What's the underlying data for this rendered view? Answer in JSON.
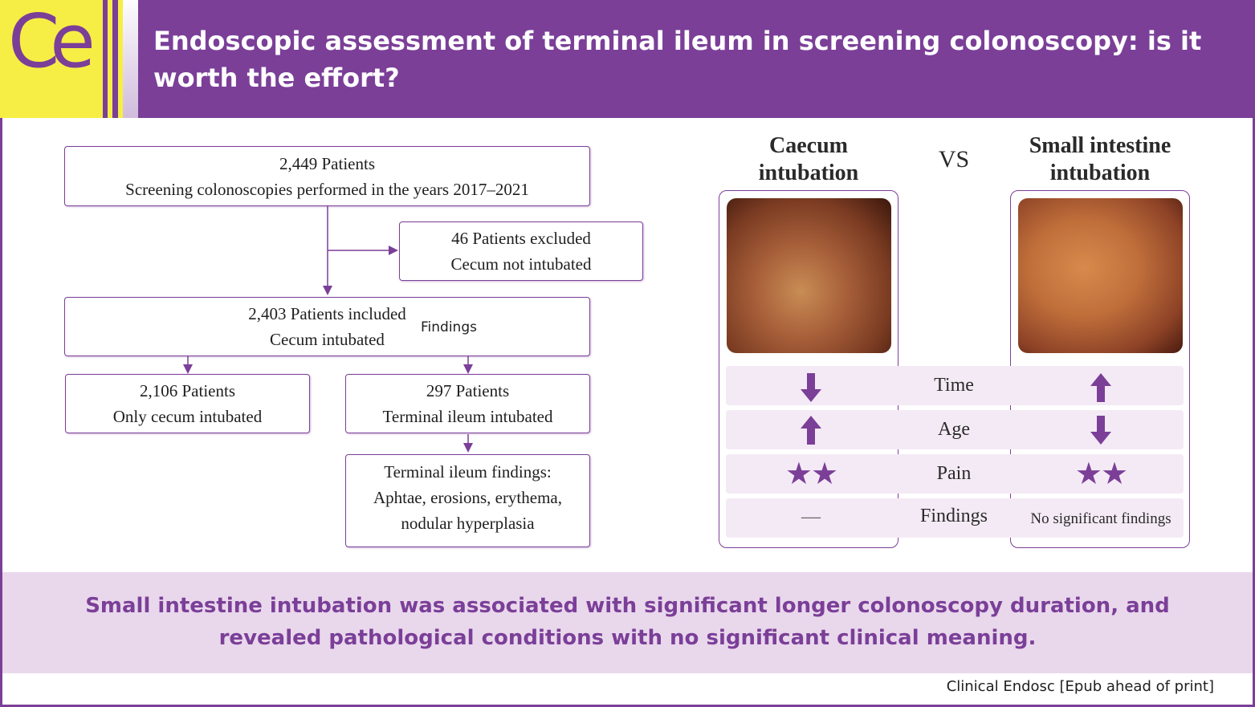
{
  "header": {
    "logo": "Ce",
    "title": "Endoscopic assessment of terminal ileum in screening colonoscopy: is it worth the effort?"
  },
  "flowchart": {
    "total": {
      "line1": "2,449 Patients",
      "line2": "Screening colonoscopies performed in the years 2017–2021"
    },
    "excluded": {
      "line1": "46 Patients excluded",
      "line2": "Cecum not intubated"
    },
    "included": {
      "line1": "2,403 Patients included",
      "line2": "Cecum intubated"
    },
    "findings_label": "Findings",
    "only_cecum": {
      "line1": "2,106 Patients",
      "line2": "Only cecum intubated"
    },
    "ileum": {
      "line1": "297 Patients",
      "line2": "Terminal ileum intubated"
    },
    "ileum_findings": {
      "line1": "Terminal ileum findings:",
      "line2": "Aphtae, erosions, erythema,",
      "line3": "nodular hyperplasia"
    }
  },
  "comparison": {
    "left_title_1": "Caecum",
    "left_title_2": "intubation",
    "vs": "VS",
    "right_title_1": "Small intestine",
    "right_title_2": "intubation",
    "rows": [
      {
        "label": "Time",
        "left": "down-arrow-icon",
        "right": "up-arrow-icon"
      },
      {
        "label": "Age",
        "left": "up-arrow-icon",
        "right": "down-arrow-icon"
      },
      {
        "label": "Pain",
        "left": "★★",
        "right": "★★"
      },
      {
        "label": "Findings",
        "left": "—",
        "right": "No significant findings"
      }
    ]
  },
  "conclusion": "Small intestine intubation was associated with significant longer colonoscopy duration, and revealed pathological conditions with no significant clinical meaning.",
  "citation": "Clinical Endosc [Epub ahead of print]",
  "colors": {
    "accent": "#7b3f98",
    "logo_bg": "#f6ee45",
    "row_bg": "#f4eaf5",
    "conclusion_bg": "#e9d8ec"
  }
}
